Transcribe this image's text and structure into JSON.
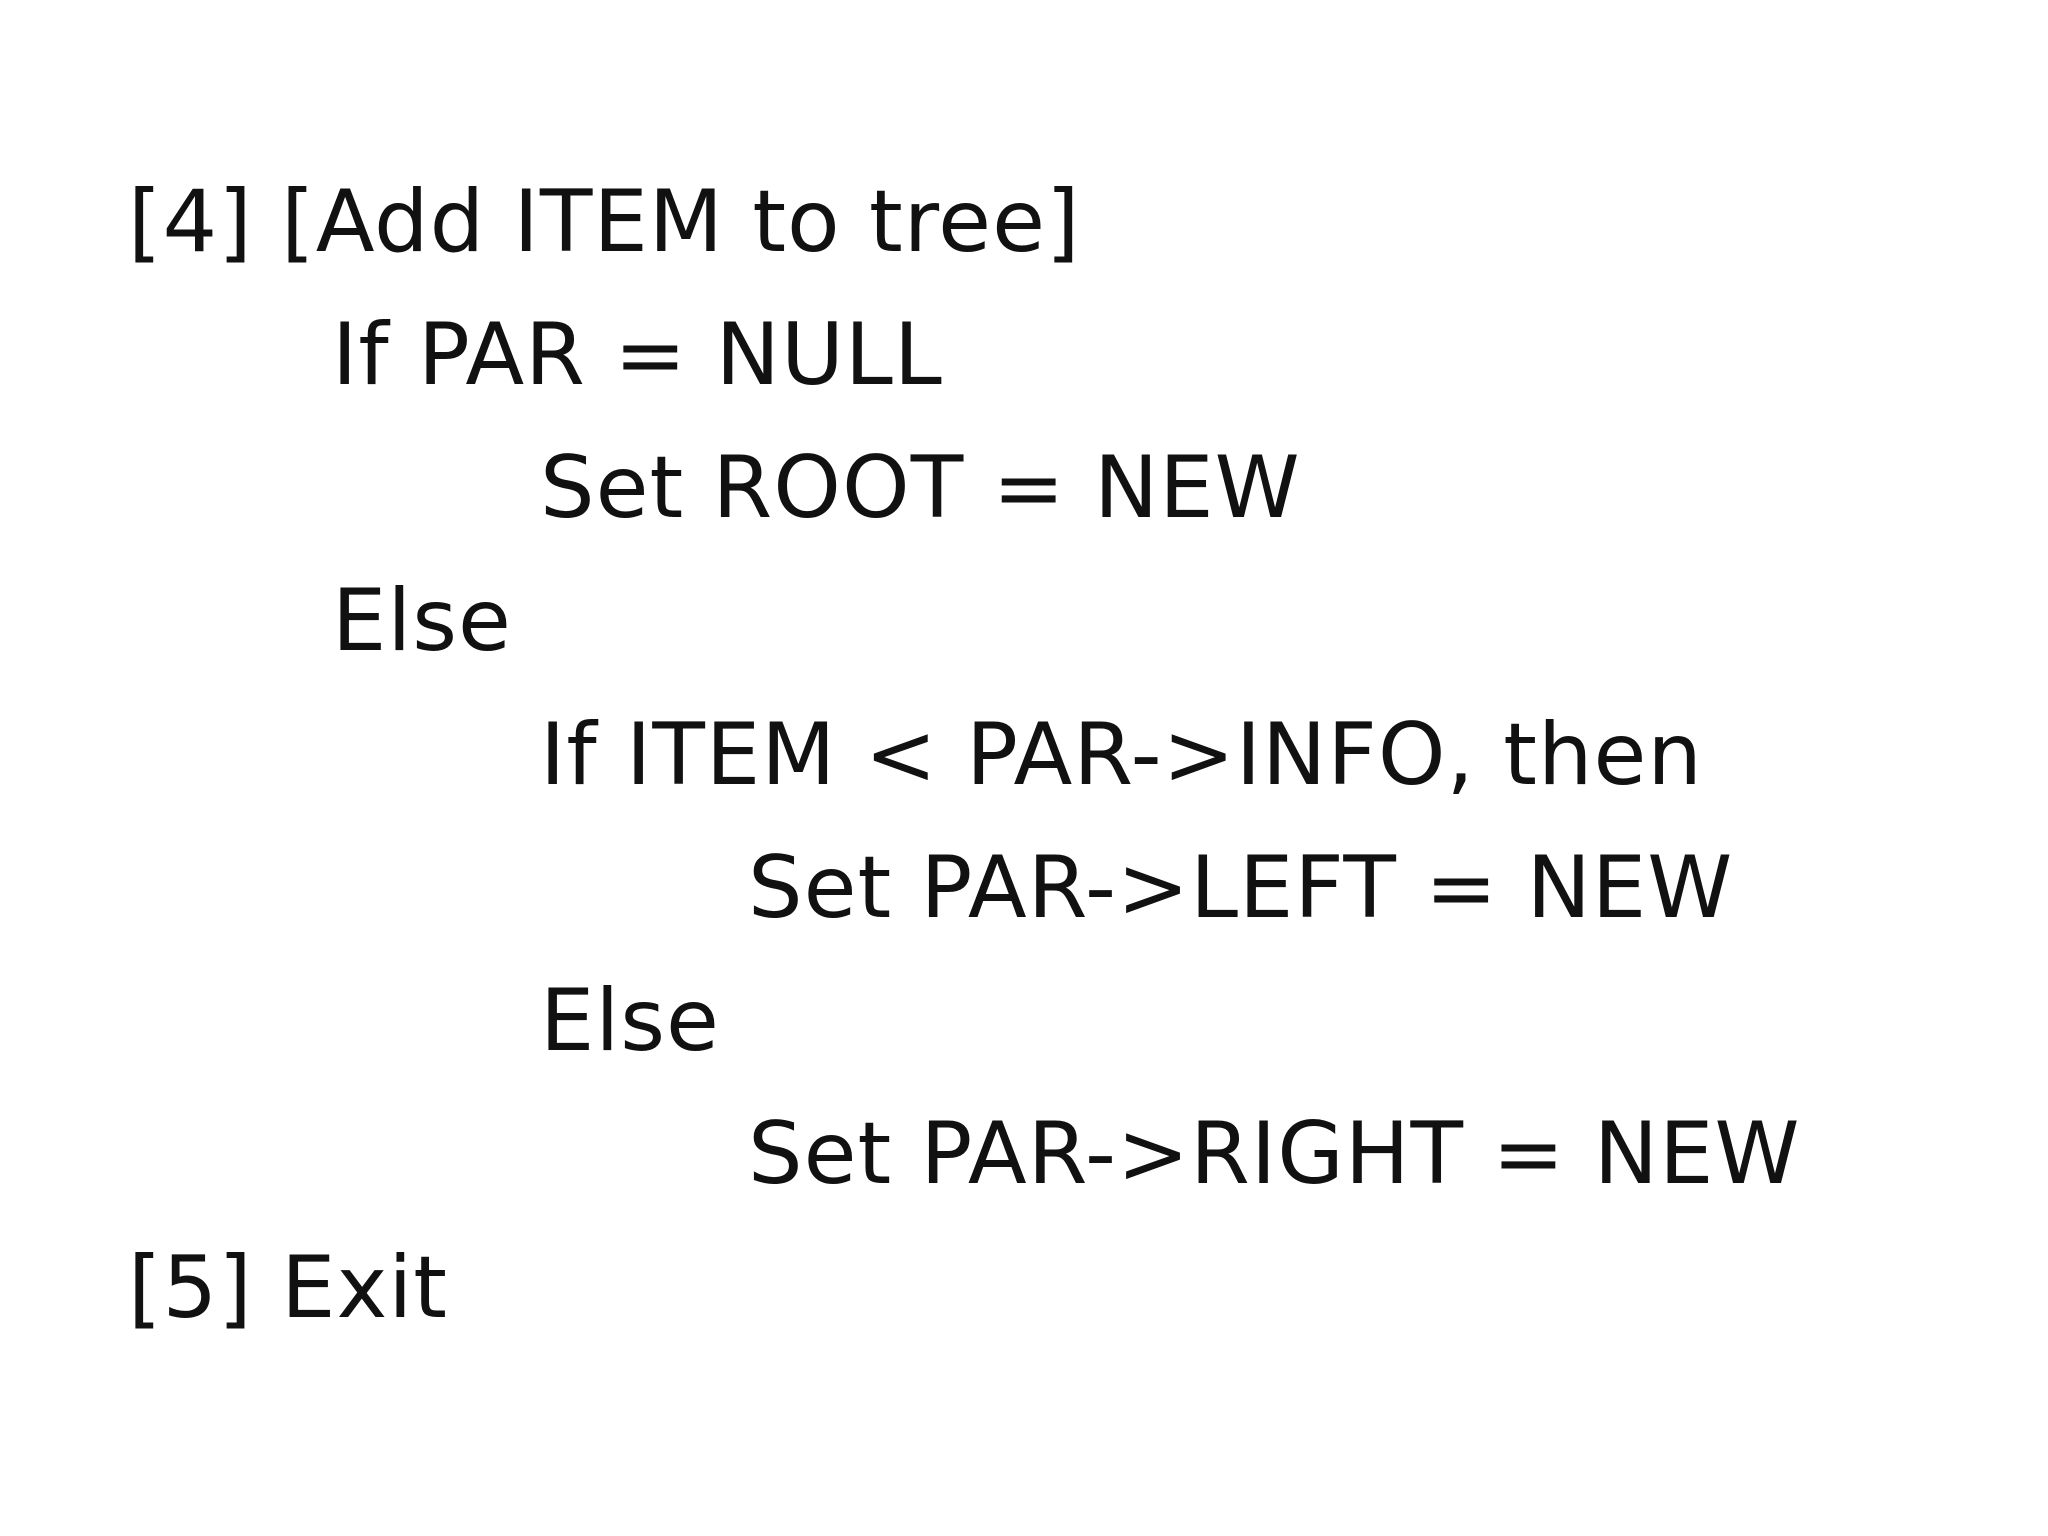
{
  "algorithm": {
    "lines": [
      "[4] [Add ITEM to tree]",
      "If PAR = NULL",
      "Set ROOT = NEW",
      "Else",
      "If ITEM < PAR->INFO, then",
      "Set PAR->LEFT = NEW",
      "Else",
      "Set PAR->RIGHT = NEW",
      "[5] Exit"
    ]
  }
}
